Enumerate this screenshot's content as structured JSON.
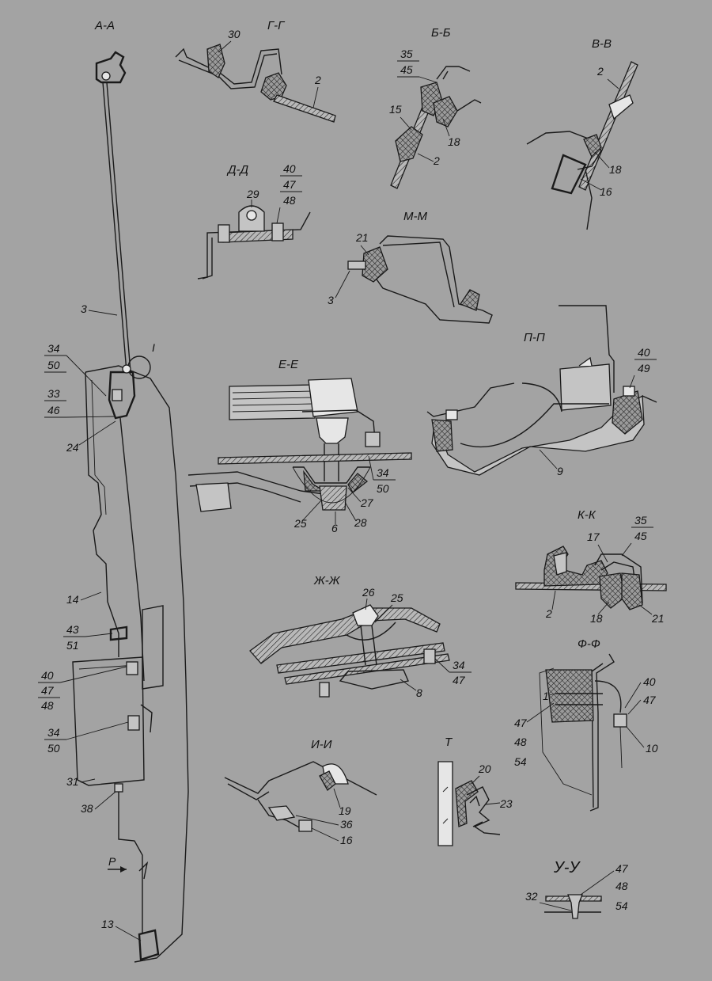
{
  "section_titles": {
    "aa": "А-А",
    "gg": "Г-Г",
    "bb": "Б-Б",
    "vv": "В-В",
    "dd": "Д-Д",
    "mm": "М-М",
    "ee": "Е-Е",
    "pp": "П-П",
    "kk": "К-К",
    "zhzh": "Ж-Ж",
    "ff": "Ф-Ф",
    "ii": "И-И",
    "t": "Т",
    "uu": "У-У",
    "detail_i": "I",
    "view_p": "Р"
  },
  "labels": {
    "aa": {
      "n3": "3",
      "n34": "34",
      "n50": "50",
      "n33": "33",
      "n46": "46",
      "n24": "24",
      "n14": "14",
      "n43": "43",
      "n51": "51",
      "n40": "40",
      "n47": "47",
      "n48": "48",
      "n34b": "34",
      "n50b": "50",
      "n31": "31",
      "n38": "38",
      "n13": "13"
    },
    "gg": {
      "n30": "30",
      "n2": "2"
    },
    "bb": {
      "n35": "35",
      "n45": "45",
      "n15": "15",
      "n18": "18",
      "n2": "2"
    },
    "vv": {
      "n2": "2",
      "n18": "18",
      "n16": "16"
    },
    "dd": {
      "n29": "29",
      "n40": "40",
      "n47": "47",
      "n48": "48"
    },
    "mm": {
      "n21": "21",
      "n3": "3"
    },
    "ee": {
      "n34": "34",
      "n50": "50",
      "n27": "27",
      "n25": "25",
      "n28": "28",
      "n6": "6"
    },
    "pp": {
      "n40": "40",
      "n49": "49",
      "n9": "9"
    },
    "kk": {
      "n35": "35",
      "n45": "45",
      "n17": "17",
      "n2": "2",
      "n18": "18",
      "n21": "21"
    },
    "zhzh": {
      "n26": "26",
      "n25": "25",
      "n34": "34",
      "n47": "47",
      "n8": "8"
    },
    "ff": {
      "n1": "1",
      "n40": "40",
      "n47": "47",
      "n47b": "47",
      "n48": "48",
      "n54": "54",
      "n10": "10"
    },
    "ii": {
      "n19": "19",
      "n36": "36",
      "n16": "16"
    },
    "t": {
      "n20": "20",
      "n23": "23"
    },
    "uu": {
      "n32": "32",
      "n47": "47",
      "n48": "48",
      "n54": "54"
    }
  }
}
